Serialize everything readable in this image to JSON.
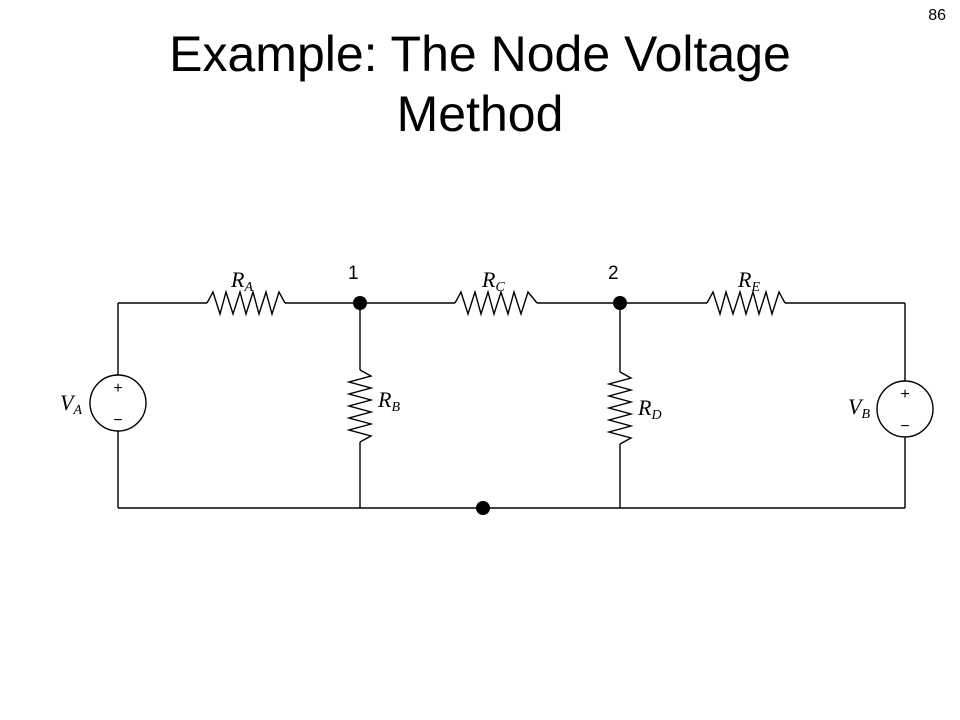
{
  "slide": {
    "page_number": "86",
    "title_line1": "Example: The Node Voltage",
    "title_line2": "Method"
  },
  "circuit": {
    "nodes": {
      "node1_label": "1",
      "node2_label": "2"
    },
    "resistors": {
      "ra": {
        "main": "R",
        "sub": "A"
      },
      "rb": {
        "main": "R",
        "sub": "B"
      },
      "rc": {
        "main": "R",
        "sub": "C"
      },
      "rd": {
        "main": "R",
        "sub": "D"
      },
      "re": {
        "main": "R",
        "sub": "E"
      }
    },
    "sources": {
      "va": {
        "main": "V",
        "sub": "A",
        "plus": "+",
        "minus": "−"
      },
      "vb": {
        "main": "V",
        "sub": "B",
        "plus": "+",
        "minus": "−"
      }
    }
  },
  "colors": {
    "line": "#000000",
    "background": "#ffffff"
  }
}
